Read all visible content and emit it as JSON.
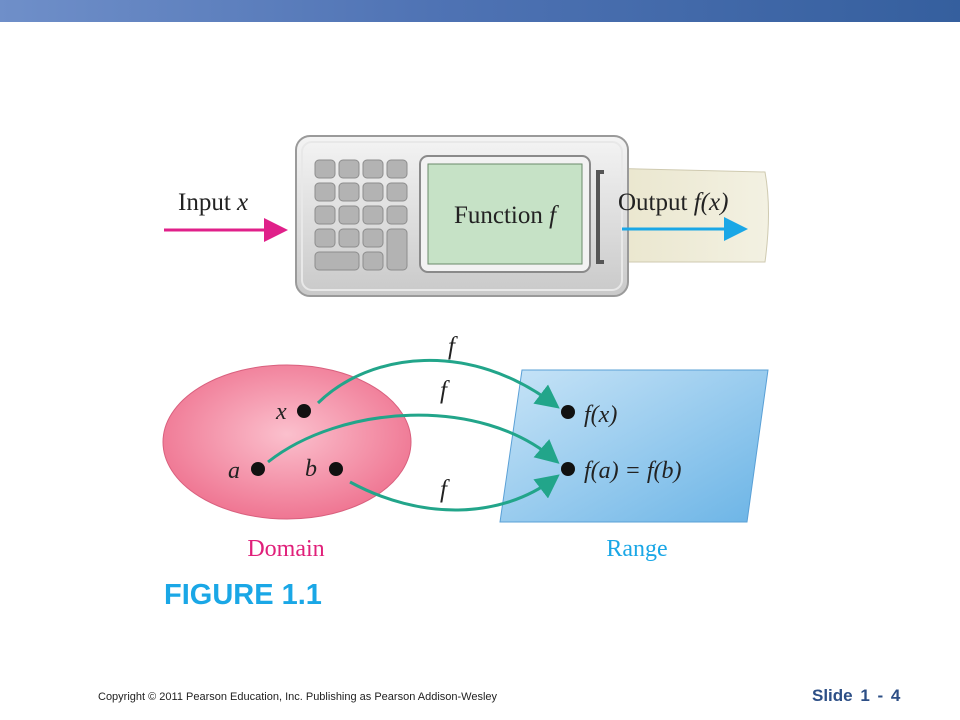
{
  "machine": {
    "input_label": "Input",
    "input_var": "x",
    "function_label": "Function",
    "function_var": "f",
    "output_label": "Output",
    "output_expr": "f(x)"
  },
  "mapping": {
    "domain_label": "Domain",
    "range_label": "Range",
    "domain_points": [
      "x",
      "a",
      "b"
    ],
    "range_points": [
      "f(x)",
      "f(a) = f(b)"
    ],
    "arrow_labels": [
      "f",
      "f",
      "f"
    ]
  },
  "caption": "FIGURE 1.1",
  "footer": {
    "copyright": "Copyright © 2011 Pearson Education, Inc.  Publishing as Pearson Addison-Wesley",
    "slide": "Slide  1 -  4"
  },
  "colors": {
    "input_arrow": "#e0208a",
    "output_arrow": "#1aa7e6",
    "mapping_arrow": "#22a58a",
    "domain_fill": "#f07b96",
    "range_fill": "#7fc1ec",
    "caption": "#1aa7e6",
    "domain_text": "#e0207a",
    "range_text": "#1aa7e6"
  }
}
